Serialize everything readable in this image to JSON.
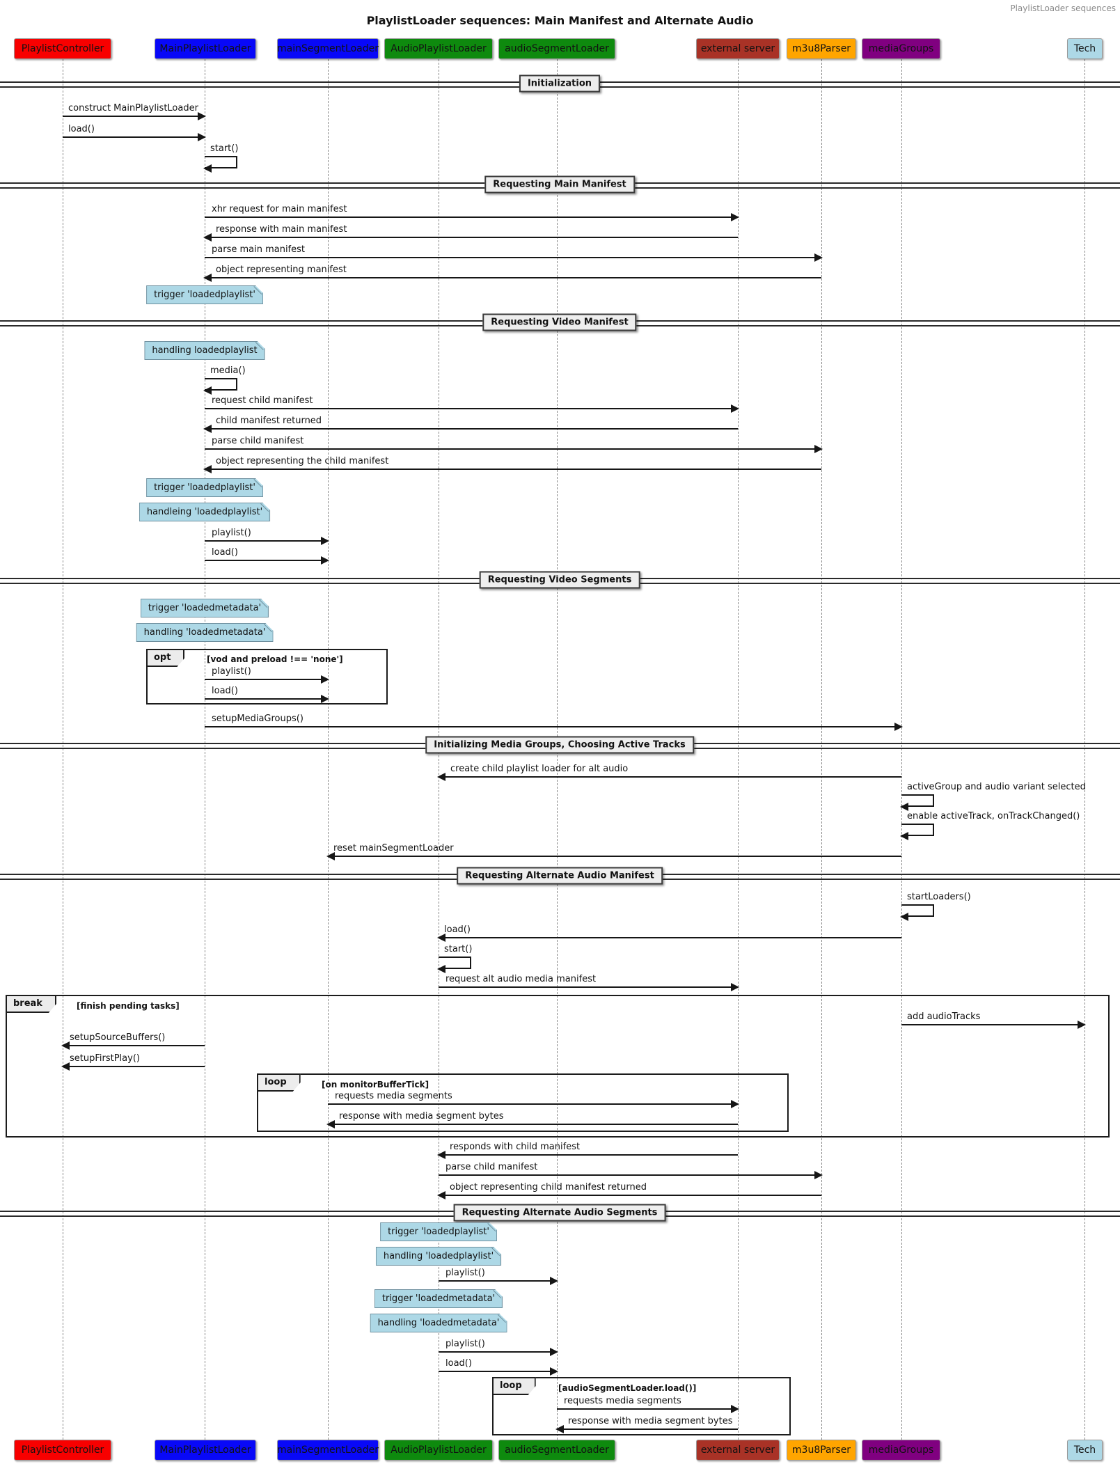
{
  "header": {
    "watermark": "PlaylistLoader sequences",
    "title": "PlaylistLoader sequences: Main Manifest and Alternate Audio"
  },
  "participants": {
    "playlistController": "PlaylistController",
    "mainPlaylistLoader": "MainPlaylistLoader",
    "mainSegmentLoader": "mainSegmentLoader",
    "audioPlaylistLoader": "AudioPlaylistLoader",
    "audioSegmentLoader": "audioSegmentLoader",
    "externalServer": "external server",
    "m3u8Parser": "m3u8Parser",
    "mediaGroups": "mediaGroups",
    "tech": "Tech"
  },
  "colors": {
    "playlistController": "#F80000",
    "mainPlaylistLoader": "#0808F8",
    "mainSegmentLoader": "#0808F8",
    "audioPlaylistLoader": "#0E8A0E",
    "audioSegmentLoader": "#0E8A0E",
    "externalServer": "#A93226",
    "m3u8Parser": "#FFA500",
    "mediaGroups": "#800080",
    "tech": "#ADD8E6",
    "noteFill": "#ADD8E6",
    "dividerFill": "#EEEEEE"
  },
  "dividers": {
    "initialization": "Initialization",
    "requestingMainManifest": "Requesting Main Manifest",
    "requestingVideoManifest": "Requesting Video Manifest",
    "requestingVideoSegments": "Requesting Video Segments",
    "initializingMediaGroups": "Initializing Media Groups, Choosing Active Tracks",
    "requestingAltAudioManifest": "Requesting Alternate Audio Manifest",
    "requestingAltAudioSegments": "Requesting Alternate Audio Segments"
  },
  "messages": {
    "constructMainPlaylistLoader": "construct MainPlaylistLoader",
    "load": "load()",
    "start": "start()",
    "xhrRequestMainManifest": "xhr request for main manifest",
    "responseMainManifest": "response with main manifest",
    "parseMainManifest": "parse main manifest",
    "objectRepresentingManifest": "object representing manifest",
    "media": "media()",
    "requestChildManifest": "request child manifest",
    "childManifestReturned": "child manifest returned",
    "parseChildManifest": "parse child manifest",
    "objectRepresentingTheChildManifest": "object representing the child manifest",
    "playlist": "playlist()",
    "setupMediaGroups": "setupMediaGroups()",
    "createChildPlaylistLoader": "create child playlist loader for alt audio",
    "activeGroupSelected": "activeGroup and audio variant selected",
    "enableActiveTrack": "enable activeTrack, onTrackChanged()",
    "resetMainSegmentLoader": "reset mainSegmentLoader",
    "startLoaders": "startLoaders()",
    "requestAltAudioManifest": "request alt audio media manifest",
    "addAudioTracks": "add audioTracks",
    "setupSourceBuffers": "setupSourceBuffers()",
    "setupFirstPlay": "setupFirstPlay()",
    "requestsMediaSegments": "requests media segments",
    "responseMediaSegmentBytes": "response with media segment bytes",
    "respondsWithChildManifest": "responds with child manifest",
    "objectChildManifestReturned": "object representing child manifest returned"
  },
  "notes": {
    "triggerLoadedplaylist": "trigger 'loadedplaylist'",
    "handlingLoadedplaylistNoQuotes": "handling loadedplaylist",
    "handleingLoadedplaylist": "handleing 'loadedplaylist'",
    "handlingLoadedplaylist": "handling 'loadedplaylist'",
    "triggerLoadedmetadata": "trigger 'loadedmetadata'",
    "handlingLoadedmetadata": "handling 'loadedmetadata'"
  },
  "fragments": {
    "opt": {
      "keyword": "opt",
      "condition": "[vod and preload !== 'none']"
    },
    "break": {
      "keyword": "break",
      "condition": "[finish pending tasks]"
    },
    "loopBuffer": {
      "keyword": "loop",
      "condition": "[on monitorBufferTick]"
    },
    "loopAudio": {
      "keyword": "loop",
      "condition": "[audioSegmentLoader.load()]"
    }
  }
}
